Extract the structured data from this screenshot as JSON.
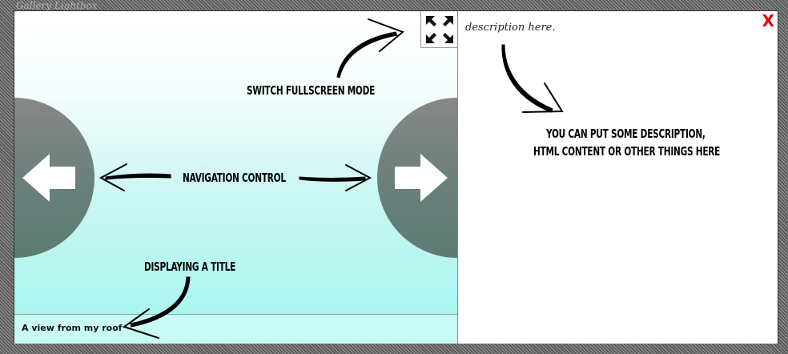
{
  "page": {
    "background_title": "Gallery Lightbox"
  },
  "gallery": {
    "caption": "A view from my roof",
    "nav_prev": "previous-button",
    "nav_next": "next-button",
    "fullscreen_icon": "fullscreen-icon"
  },
  "description": {
    "text": "description here.",
    "close_label": "X"
  },
  "annotations": {
    "fullscreen": "SWITCH FULLSCREEN MODE",
    "navigation": "NAVIGATION CONTROL",
    "title": "DISPLAYING A TITLE",
    "description_line1": "YOU CAN PUT SOME DESCRIPTION,",
    "description_line2": "HTML CONTENT OR OTHER THINGS HERE"
  },
  "colors": {
    "close": "#e60000",
    "nav_circle": "#6e7f7b",
    "caption_bg": "#c9fbf5"
  }
}
